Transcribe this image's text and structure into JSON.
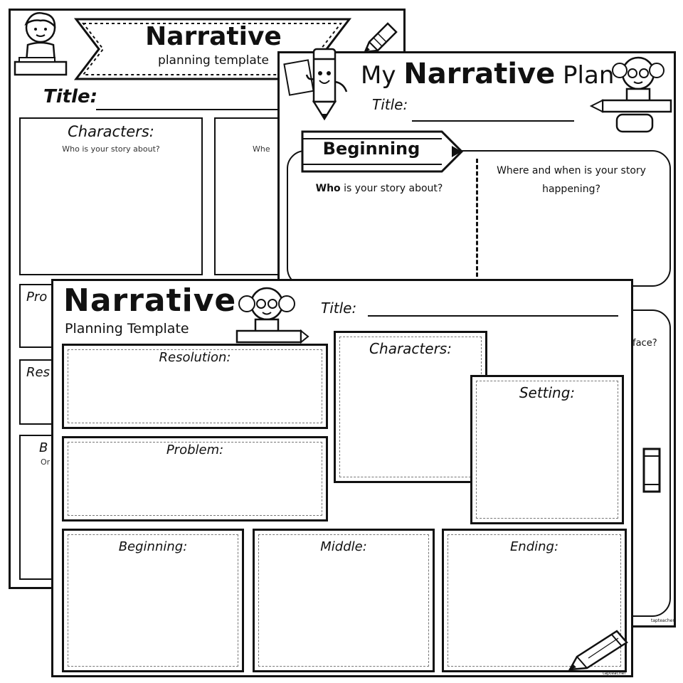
{
  "back_sheet": {
    "title": "Narrative",
    "subtitle": "planning template",
    "title_label": "Title:",
    "characters_label": "Characters:",
    "characters_prompt": "Who is your story about?",
    "setting_prompt_partial": "Whe",
    "problem_partial": "Pro",
    "resolution_partial": "Res",
    "beginning_partial": "B",
    "beginning_sub_partial": "Or"
  },
  "middle_sheet": {
    "title_my": "My",
    "title_narrative": "Narrative",
    "title_plan": "Plan",
    "title_label": "Title:",
    "beginning_label": "Beginning",
    "who_prompt_bold": "Who",
    "who_prompt_rest": " is your story about?",
    "where_prompt": "Where and when is your story happening?",
    "face_partial": "face?",
    "footer_mark": "tapteacher"
  },
  "front_sheet": {
    "title": "Narrative",
    "subtitle": "Planning Template",
    "title_label": "Title:",
    "resolution_label": "Resolution:",
    "problem_label": "Problem:",
    "characters_label": "Characters:",
    "setting_label": "Setting:",
    "beginning_label": "Beginning:",
    "middle_label": "Middle:",
    "ending_label": "Ending:",
    "footer_mark": "tapteacher"
  }
}
